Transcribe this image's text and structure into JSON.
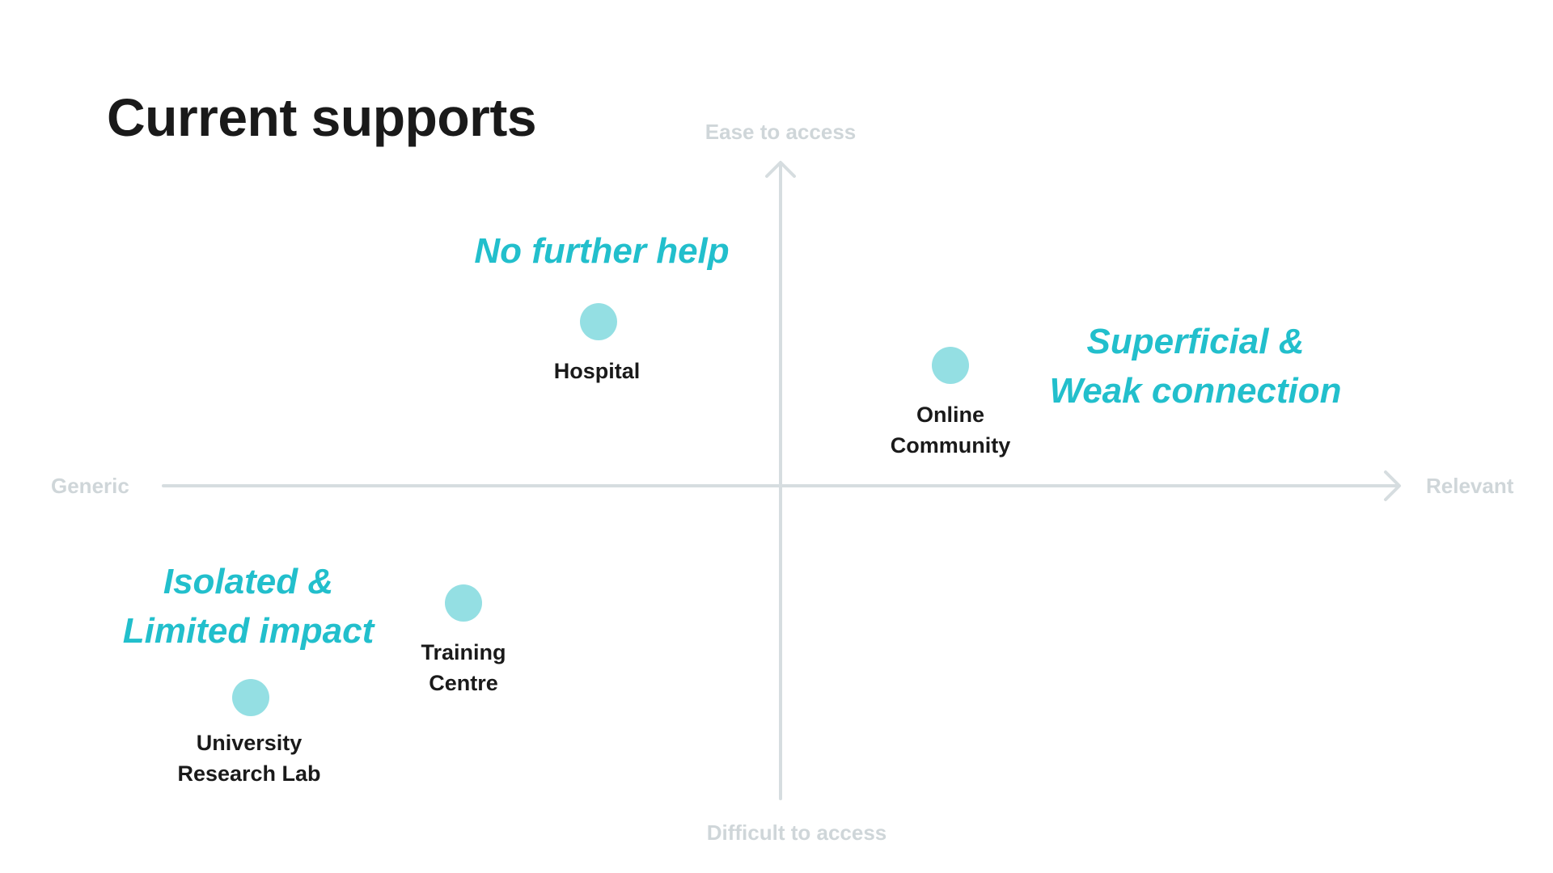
{
  "slide": {
    "title": "Current supports",
    "axes": {
      "top": "Ease to access",
      "bottom": "Difficult to access",
      "left": "Generic",
      "right": "Relevant",
      "color": "#d6dde0"
    },
    "points": [
      {
        "label_lines": [
          "Hospital"
        ]
      },
      {
        "label_lines": [
          "Online",
          "Community"
        ]
      },
      {
        "label_lines": [
          "Training",
          "Centre"
        ]
      },
      {
        "label_lines": [
          "University",
          "Research Lab"
        ]
      }
    ],
    "quadrant_labels": [
      {
        "lines": [
          "No further help"
        ]
      },
      {
        "lines": [
          "Superficial &",
          "Weak connection"
        ]
      },
      {
        "lines": [
          "Isolated &",
          "Limited impact"
        ]
      }
    ],
    "colors": {
      "point": "#94dfe3",
      "accent": "#22bfcc",
      "axis_label": "#cfd6d9",
      "text": "#1a1a1a"
    }
  }
}
